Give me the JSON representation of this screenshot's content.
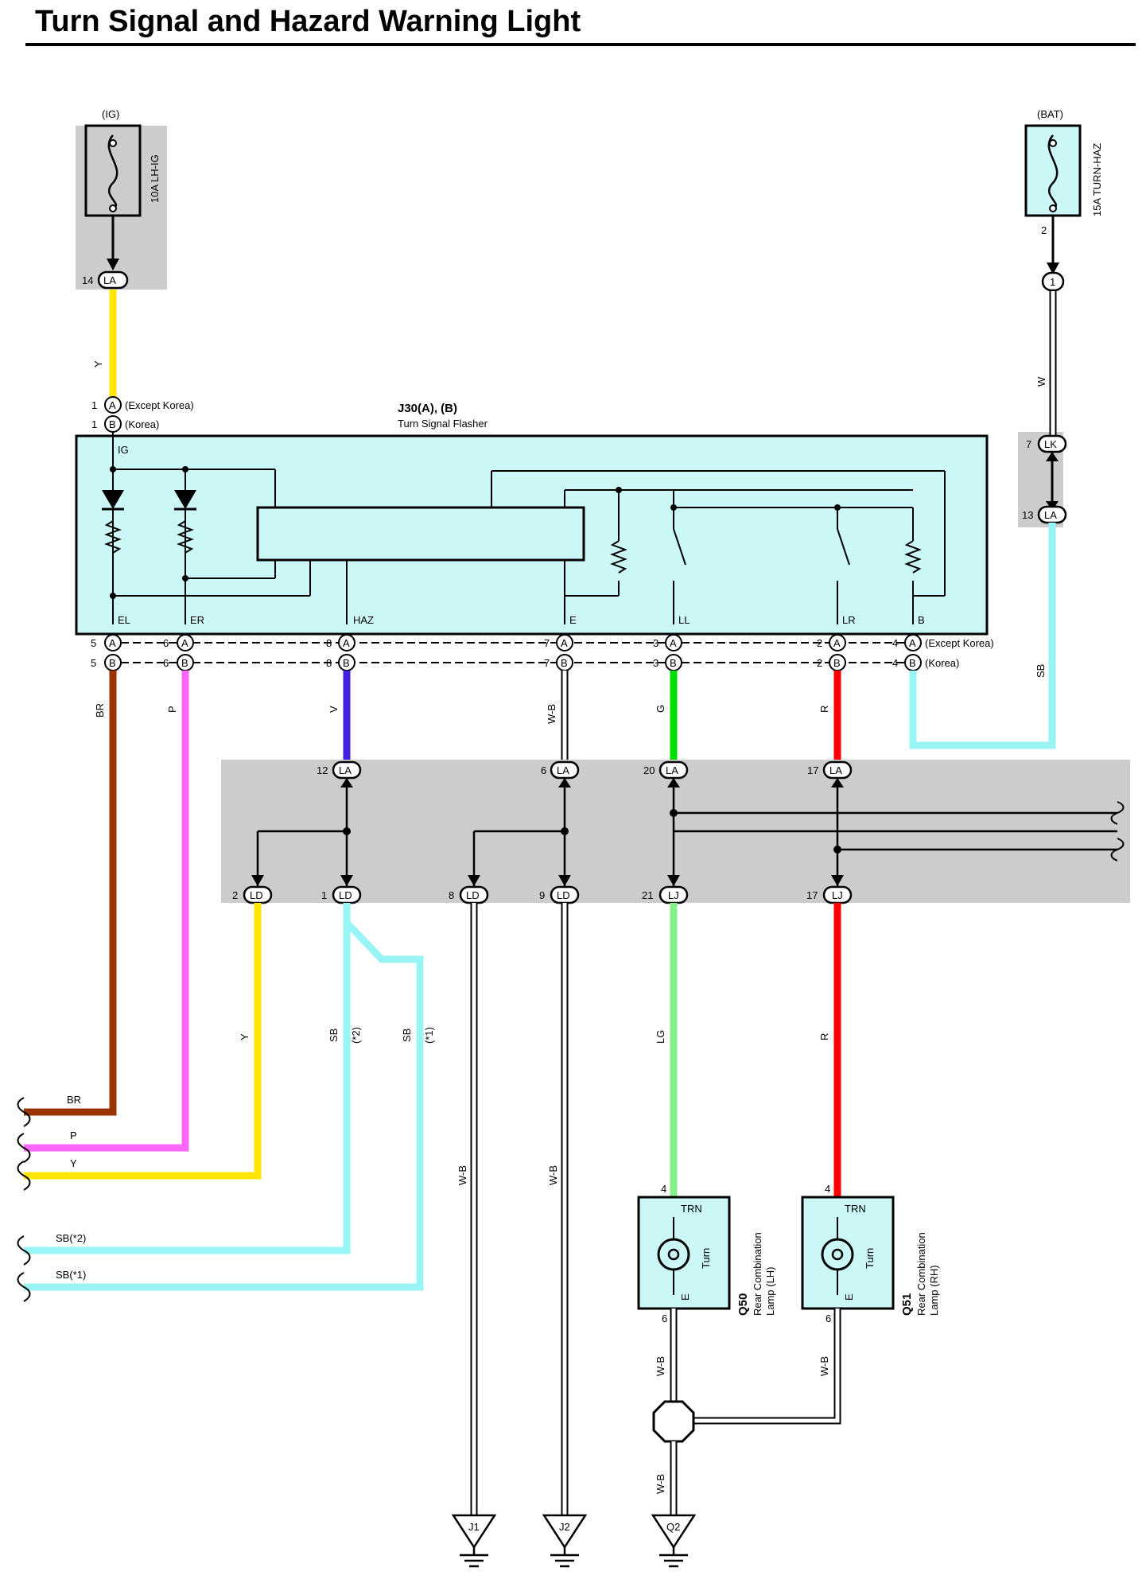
{
  "title": "Turn Signal and Hazard Warning Light",
  "sources": {
    "ig": {
      "label": "(IG)",
      "fuse": "10A LH-IG",
      "pin": "14",
      "connector": "LA"
    },
    "bat": {
      "label": "(BAT)",
      "fuse": "15A TURN-HAZ",
      "pin": "2",
      "connector": "1"
    }
  },
  "flasher": {
    "code": "J30(A), (B)",
    "name": "Turn Signal Flasher",
    "input_pin_a": "1",
    "input_pin_b": "1",
    "variant_a": "(Except Korea)",
    "variant_b": "(Korea)",
    "conn_a": "A",
    "conn_b": "B",
    "ig_label": "IG",
    "terminals": [
      "EL",
      "ER",
      "HAZ",
      "E",
      "LL",
      "LR",
      "B"
    ],
    "pins": [
      "5",
      "6",
      "8",
      "7",
      "3",
      "2",
      "4"
    ],
    "out_variant_a": "(Except Korea)",
    "out_variant_b": "(Korea)"
  },
  "junction_lk": {
    "pin_top": "7",
    "conn_top": "LK",
    "pin_bottom": "13",
    "conn_bottom": "LA"
  },
  "junction_upper": [
    {
      "pin": "12",
      "conn": "LA"
    },
    {
      "pin": "6",
      "conn": "LA"
    },
    {
      "pin": "20",
      "conn": "LA"
    },
    {
      "pin": "17",
      "conn": "LA"
    }
  ],
  "junction_lower": [
    {
      "pin": "2",
      "conn": "LD"
    },
    {
      "pin": "1",
      "conn": "LD"
    },
    {
      "pin": "8",
      "conn": "LD"
    },
    {
      "pin": "9",
      "conn": "LD"
    },
    {
      "pin": "21",
      "conn": "LJ"
    },
    {
      "pin": "17",
      "conn": "LJ"
    }
  ],
  "wire_colors": {
    "ig_feed": "Y",
    "bat_feed": "W",
    "lk_out": "SB",
    "el": "BR",
    "er": "P",
    "haz": "V",
    "e": "W-B",
    "ll": "G",
    "lr": "R",
    "ld2": "Y",
    "ld1_a": "SB",
    "ld1_a_note": "(*2)",
    "ld1_b": "SB",
    "ld1_b_note": "(*1)",
    "ld8": "W-B",
    "ld9": "W-B",
    "lj21": "LG",
    "lj17": "R",
    "q50_ground": "W-B",
    "q51_ground": "W-B",
    "splice_ground": "W-B"
  },
  "exits": [
    {
      "label": "BR"
    },
    {
      "label": "P"
    },
    {
      "label": "Y"
    },
    {
      "label": "SB(*2)"
    },
    {
      "label": "SB(*1)"
    }
  ],
  "lamps": [
    {
      "code": "Q50",
      "name": "Rear Combination Lamp (LH)",
      "name_line1": "Rear Combination",
      "name_line2": "Lamp (LH)",
      "top_label": "TRN",
      "bulb_label": "Turn",
      "bottom_label": "E",
      "pin_in": "4",
      "pin_out": "6"
    },
    {
      "code": "Q51",
      "name": "Rear Combination Lamp (RH)",
      "name_line1": "Rear Combination",
      "name_line2": "Lamp (RH)",
      "top_label": "TRN",
      "bulb_label": "Turn",
      "bottom_label": "E",
      "pin_in": "4",
      "pin_out": "6"
    }
  ],
  "grounds": [
    "J1",
    "J2",
    "Q2"
  ],
  "colors": {
    "component_fill": "#ccf7f7",
    "junction_gray": "#cccccc",
    "yellow": "#ffe600",
    "brown": "#993300",
    "pink": "#ff66ff",
    "violet": "#4422dd",
    "green": "#00dd00",
    "red": "#ff0000",
    "sky_blue": "#99f5f5",
    "light_green": "#88f088",
    "white_wire": "#ffffff"
  }
}
